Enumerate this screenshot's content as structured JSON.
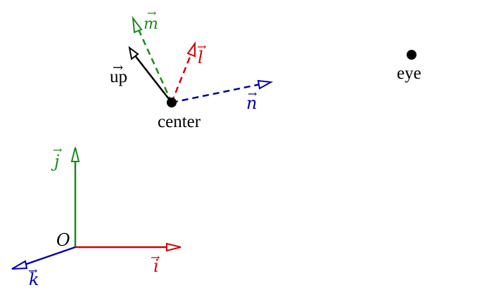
{
  "colors": {
    "green": "#1a8a1a",
    "red": "#d40000",
    "blue": "#0000a8",
    "black": "#000000"
  },
  "labels": {
    "m": "m",
    "l": "l",
    "n": "n",
    "up": "up",
    "center": "center",
    "eye": "eye",
    "j": "j",
    "i": "i",
    "k": "k",
    "origin": "O",
    "arrow": "→"
  }
}
